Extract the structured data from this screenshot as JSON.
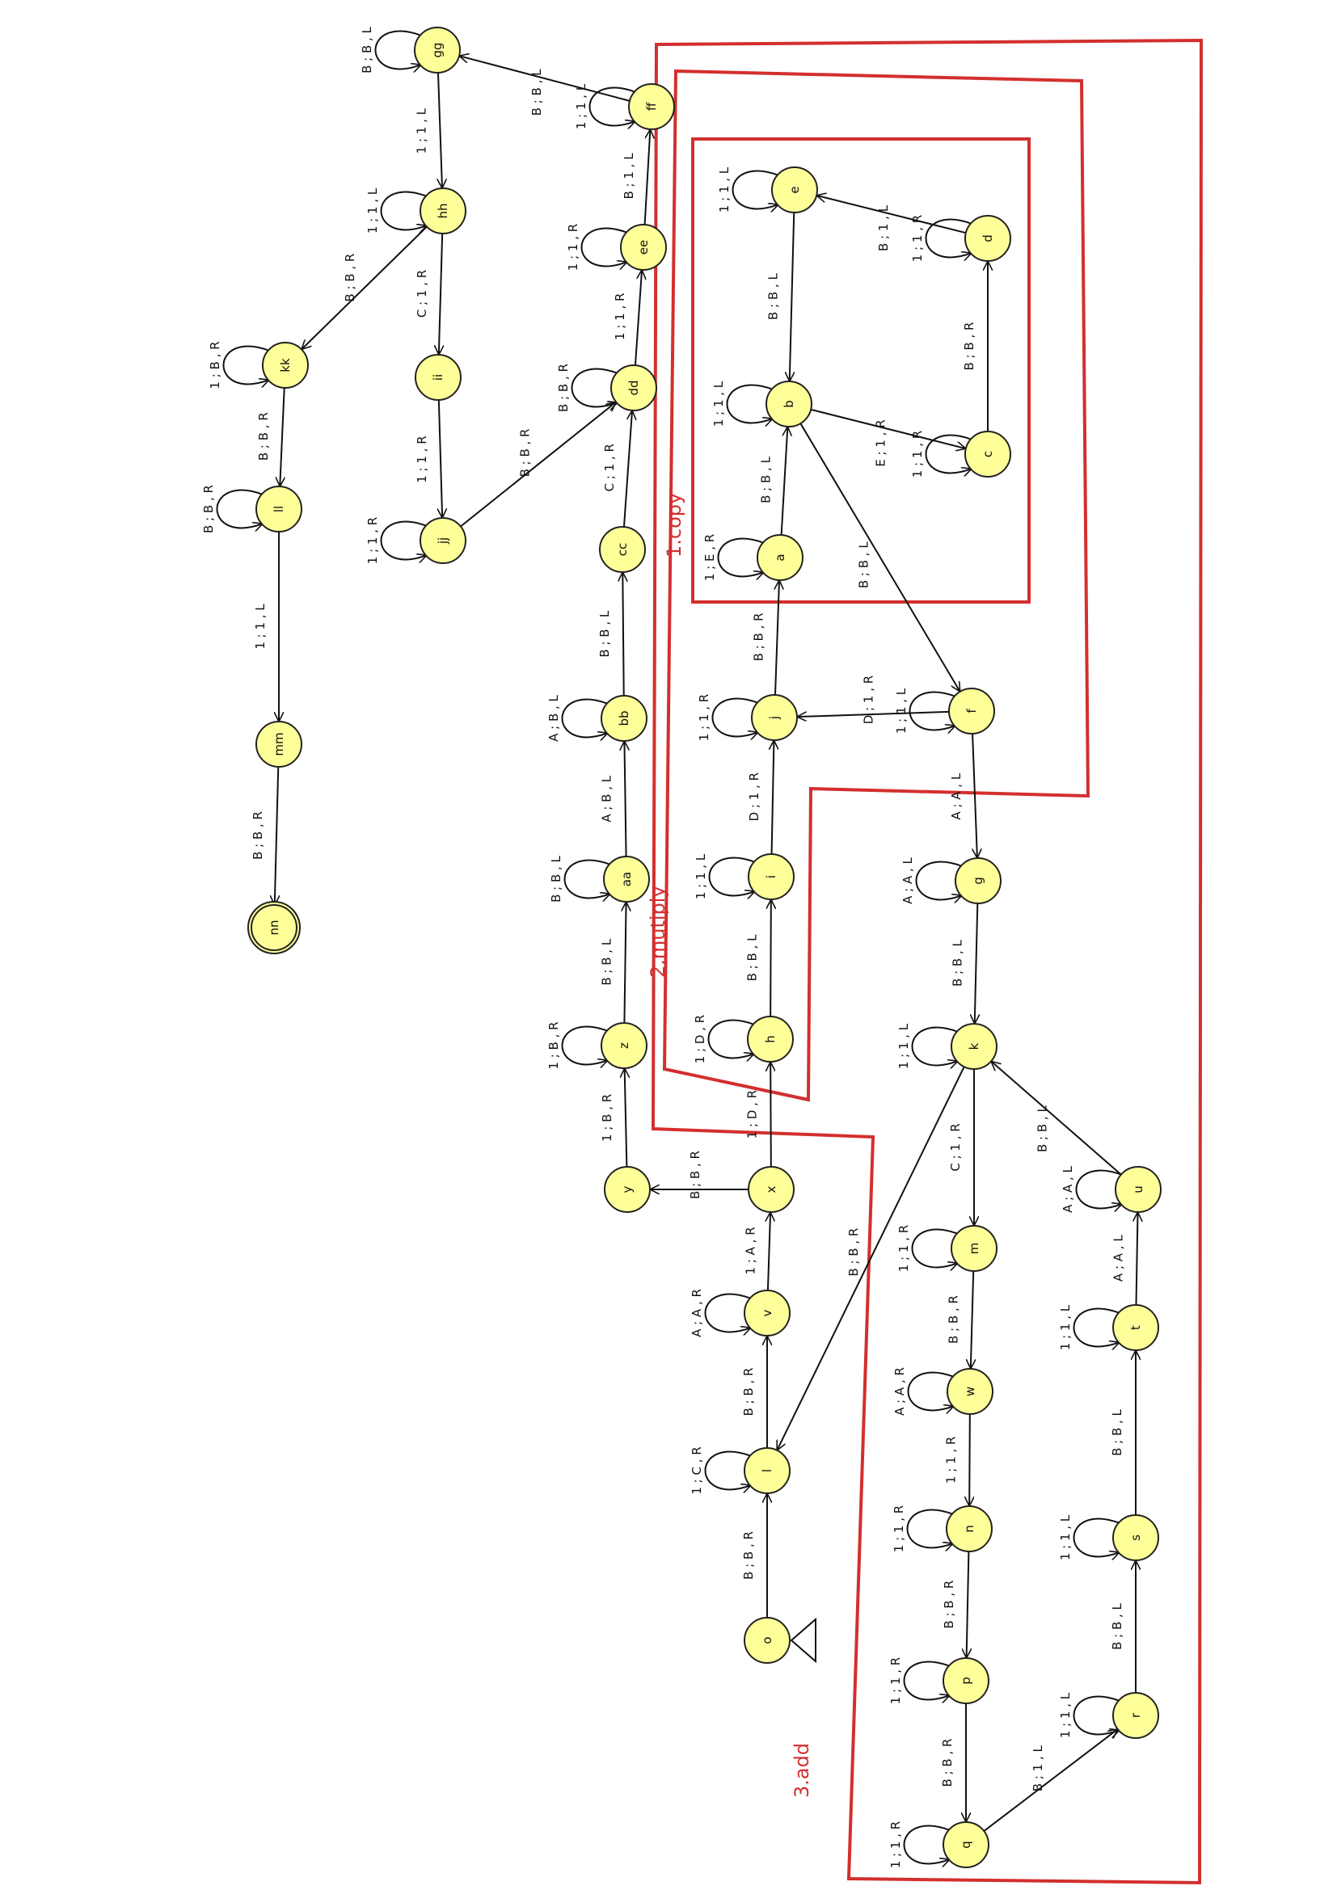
{
  "colors": {
    "node_fill": "#ffff99",
    "node_stroke": "#222222",
    "edge": "#111111",
    "region": "#d32f2f"
  },
  "start_state": "o",
  "final_state": "nn",
  "states": [
    "a",
    "b",
    "c",
    "d",
    "e",
    "f",
    "g",
    "h",
    "i",
    "j",
    "k",
    "l",
    "m",
    "n",
    "o",
    "p",
    "q",
    "r",
    "s",
    "t",
    "u",
    "v",
    "w",
    "x",
    "y",
    "z",
    "aa",
    "bb",
    "cc",
    "dd",
    "ee",
    "ff",
    "gg",
    "hh",
    "ii",
    "jj",
    "kk",
    "ll",
    "mm",
    "nn"
  ],
  "regions": [
    {
      "id": "copy",
      "label": "1.copy"
    },
    {
      "id": "multiply",
      "label": "2.mutiply"
    },
    {
      "id": "add",
      "label": "3.add"
    }
  ],
  "transitions": [
    {
      "from": "o",
      "to": "l",
      "label": "B ; B , R"
    },
    {
      "from": "l",
      "to": "l",
      "label": "1 ; C , R"
    },
    {
      "from": "l",
      "to": "v",
      "label": "B ; B , R"
    },
    {
      "from": "v",
      "to": "v",
      "label": "A ; A , R"
    },
    {
      "from": "v",
      "to": "x",
      "label": "1 ; A , R"
    },
    {
      "from": "x",
      "to": "y",
      "label": "B ; B , R"
    },
    {
      "from": "x",
      "to": "h",
      "label": "1 ; D , R"
    },
    {
      "from": "h",
      "to": "h",
      "label": "1 ; D , R"
    },
    {
      "from": "h",
      "to": "i",
      "label": "B ; B , L"
    },
    {
      "from": "i",
      "to": "i",
      "label": "1 ; 1 , L"
    },
    {
      "from": "i",
      "to": "j",
      "label": "D ; 1 , R"
    },
    {
      "from": "j",
      "to": "j",
      "label": "1 ; 1 , R"
    },
    {
      "from": "j",
      "to": "a",
      "label": "B ; B , R"
    },
    {
      "from": "a",
      "to": "a",
      "label": "1 ; E , R"
    },
    {
      "from": "a",
      "to": "b",
      "label": "B ; B , L"
    },
    {
      "from": "b",
      "to": "b",
      "label": "1 ; 1 , L"
    },
    {
      "from": "b",
      "to": "c",
      "label": "E ; 1 , R"
    },
    {
      "from": "c",
      "to": "c",
      "label": "1 ; 1 , R"
    },
    {
      "from": "c",
      "to": "d",
      "label": "B ; B , R"
    },
    {
      "from": "d",
      "to": "d",
      "label": "1 ; 1 , R"
    },
    {
      "from": "d",
      "to": "e",
      "label": "B ; 1 , L"
    },
    {
      "from": "e",
      "to": "e",
      "label": "1 ; 1 , L"
    },
    {
      "from": "e",
      "to": "b",
      "label": "B ; B , L"
    },
    {
      "from": "b",
      "to": "f",
      "label": "B ; B , L"
    },
    {
      "from": "f",
      "to": "f",
      "label": "1 ; 1 , L"
    },
    {
      "from": "f",
      "to": "j",
      "label": "D ; 1 , R"
    },
    {
      "from": "f",
      "to": "g",
      "label": "A ; A , L"
    },
    {
      "from": "g",
      "to": "g",
      "label": "A ; A , L"
    },
    {
      "from": "g",
      "to": "k",
      "label": "B ; B , L"
    },
    {
      "from": "k",
      "to": "k",
      "label": "1 ; 1 , L"
    },
    {
      "from": "k",
      "to": "m",
      "label": "C ; 1 , R"
    },
    {
      "from": "k",
      "to": "l",
      "label": "B ; B , R"
    },
    {
      "from": "m",
      "to": "m",
      "label": "1 ; 1 , R"
    },
    {
      "from": "m",
      "to": "w",
      "label": "B ; B , R"
    },
    {
      "from": "w",
      "to": "w",
      "label": "A ; A , R"
    },
    {
      "from": "w",
      "to": "n",
      "label": "1 ; 1 , R"
    },
    {
      "from": "n",
      "to": "n",
      "label": "1 ; 1 , R"
    },
    {
      "from": "n",
      "to": "p",
      "label": "B ; B , R"
    },
    {
      "from": "p",
      "to": "p",
      "label": "1 ; 1 , R"
    },
    {
      "from": "p",
      "to": "q",
      "label": "B ; B , R"
    },
    {
      "from": "q",
      "to": "q",
      "label": "1 ; 1 , R"
    },
    {
      "from": "q",
      "to": "r",
      "label": "B ; 1 , L"
    },
    {
      "from": "r",
      "to": "r",
      "label": "1 ; 1 , L"
    },
    {
      "from": "r",
      "to": "s",
      "label": "B ; B , L"
    },
    {
      "from": "s",
      "to": "s",
      "label": "1 ; 1 , L"
    },
    {
      "from": "s",
      "to": "t",
      "label": "B ; B , L"
    },
    {
      "from": "t",
      "to": "t",
      "label": "1 ; 1 , L"
    },
    {
      "from": "t",
      "to": "u",
      "label": "A ; A , L"
    },
    {
      "from": "u",
      "to": "u",
      "label": "A ; A , L"
    },
    {
      "from": "u",
      "to": "k",
      "label": "B ; B , L"
    },
    {
      "from": "y",
      "to": "z",
      "label": "1 ; B , R"
    },
    {
      "from": "z",
      "to": "z",
      "label": "1 ; B , R"
    },
    {
      "from": "z",
      "to": "aa",
      "label": "B ; B , L"
    },
    {
      "from": "aa",
      "to": "aa",
      "label": "B ; B , L"
    },
    {
      "from": "aa",
      "to": "bb",
      "label": "A ; B , L"
    },
    {
      "from": "bb",
      "to": "bb",
      "label": "A ; B , L"
    },
    {
      "from": "bb",
      "to": "cc",
      "label": "B ; B , L"
    },
    {
      "from": "cc",
      "to": "dd",
      "label": "C ; 1 , R"
    },
    {
      "from": "dd",
      "to": "dd",
      "label": "B ; B , R"
    },
    {
      "from": "dd",
      "to": "ee",
      "label": "1 ; 1 , R"
    },
    {
      "from": "ee",
      "to": "ee",
      "label": "1 ; 1 , R"
    },
    {
      "from": "ee",
      "to": "ff",
      "label": "B ; 1 , L"
    },
    {
      "from": "ff",
      "to": "ff",
      "label": "1 ; 1 , L"
    },
    {
      "from": "ff",
      "to": "gg",
      "label": "B ; B , L"
    },
    {
      "from": "gg",
      "to": "gg",
      "label": "B ; B , L"
    },
    {
      "from": "gg",
      "to": "hh",
      "label": "1 ; 1 , L"
    },
    {
      "from": "hh",
      "to": "hh",
      "label": "1 ; 1 , L"
    },
    {
      "from": "hh",
      "to": "ii",
      "label": "C ; 1 , R"
    },
    {
      "from": "ii",
      "to": "jj",
      "label": "1 ; 1 , R"
    },
    {
      "from": "jj",
      "to": "jj",
      "label": "1 ; 1 , R"
    },
    {
      "from": "jj",
      "to": "dd",
      "label": "B ; B , R"
    },
    {
      "from": "hh",
      "to": "kk",
      "label": "B ; B , R"
    },
    {
      "from": "kk",
      "to": "kk",
      "label": "1 ; B , R"
    },
    {
      "from": "kk",
      "to": "ll",
      "label": "B ; B , R"
    },
    {
      "from": "ll",
      "to": "ll",
      "label": "B ; B , R"
    },
    {
      "from": "ll",
      "to": "mm",
      "label": "1 ; 1 , L"
    },
    {
      "from": "mm",
      "to": "nn",
      "label": "B ; B , R"
    }
  ]
}
